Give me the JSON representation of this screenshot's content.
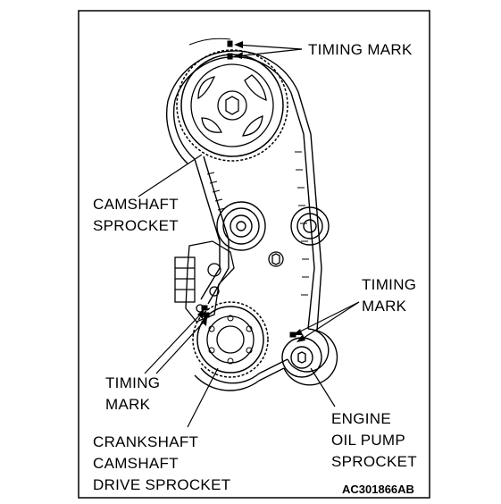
{
  "labels": {
    "timing_mark_top": "TIMING MARK",
    "camshaft_sprocket": [
      "CAMSHAFT",
      "SPROCKET"
    ],
    "timing_mark_right": [
      "TIMING",
      "MARK"
    ],
    "timing_mark_left": [
      "TIMING",
      "MARK"
    ],
    "engine_oil_pump_sprocket": [
      "ENGINE",
      "OIL PUMP",
      "SPROCKET"
    ],
    "crankshaft_camshaft_drive_sprocket": [
      "CRANKSHAFT",
      "CAMSHAFT",
      "DRIVE SPROCKET"
    ],
    "figure_code": "AC301866AB"
  },
  "colors": {
    "line": "#000000",
    "background": "#ffffff"
  }
}
